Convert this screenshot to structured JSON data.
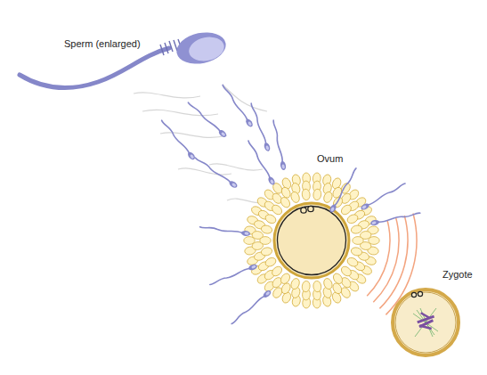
{
  "diagram": {
    "labels": [
      "Sperm (enlarged)",
      "Ovum",
      "Zygote"
    ]
  }
}
